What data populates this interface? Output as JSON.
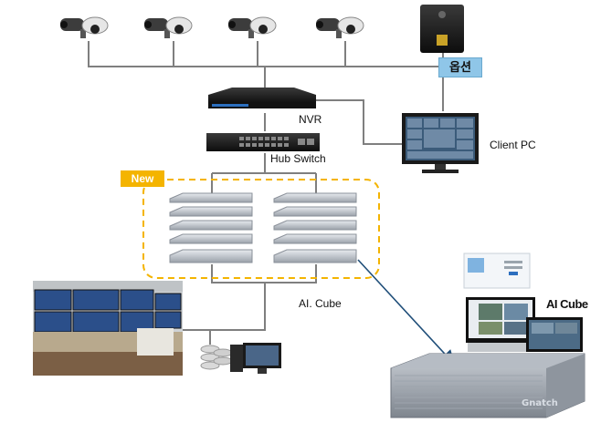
{
  "labels": {
    "nvr": "NVR",
    "hub_switch": "Hub Switch",
    "client_pc": "Client PC",
    "option": "옵션",
    "new": "New",
    "ai_cube": "AI. Cube",
    "ai_cube_product": "AI Cube",
    "brand": "Gnatch"
  },
  "icons": {
    "camera": "cctv-camera-icon",
    "access_device": "access-control-device-icon",
    "nvr": "nvr-device-icon",
    "switch": "network-switch-icon",
    "server": "server-unit-icon",
    "monitor": "monitor-icon"
  },
  "colors": {
    "line": "#7f7f7f",
    "option_badge": "#8fc6e8",
    "new_badge": "#f4b400",
    "dashed_box": "#f4b400",
    "arrow": "#1f4e79"
  }
}
